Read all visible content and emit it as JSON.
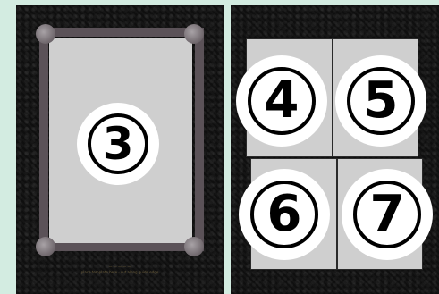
{
  "left_page": {
    "number": "3",
    "caption_line1": "— — — — —",
    "caption_line2": "place template here · cut along guide edge"
  },
  "right_page": {
    "tiles": [
      {
        "number": "4"
      },
      {
        "number": "5"
      },
      {
        "number": "6"
      },
      {
        "number": "7"
      }
    ]
  }
}
